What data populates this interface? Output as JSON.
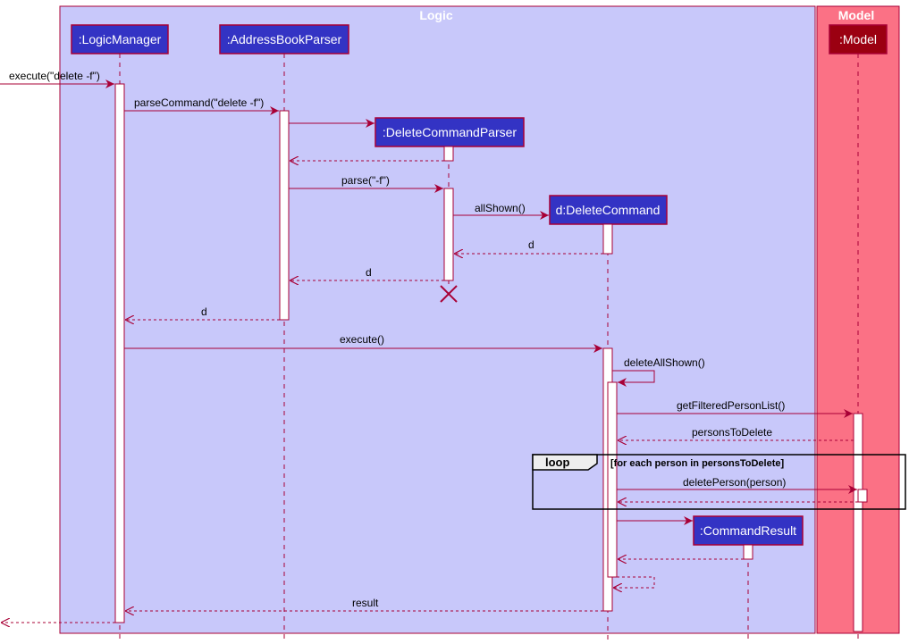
{
  "colors": {
    "logic_box": "#c8c8fa",
    "logic_border": "#a80036",
    "model_box": "#fb7185",
    "participant_logic": "#3333c4",
    "participant_model": "#9b0011",
    "arrow": "#a80036",
    "activation": "#ffffff"
  },
  "boxes": {
    "logic_title": "Logic",
    "model_title": "Model"
  },
  "participants": {
    "logic_manager": ":LogicManager",
    "address_book_parser": ":AddressBookParser",
    "delete_command_parser": ":DeleteCommandParser",
    "delete_command": "d:DeleteCommand",
    "command_result": ":CommandResult",
    "model": ":Model"
  },
  "messages": {
    "execute_delete": "execute(\"delete -f\")",
    "parse_command": "parseCommand(\"delete -f\")",
    "parse": "parse(\"-f\")",
    "all_shown": "allShown()",
    "return_d_1": "d",
    "return_d_2": "d",
    "return_d_3": "d",
    "execute": "execute()",
    "delete_all_shown": "deleteAllShown()",
    "get_filtered_person_list": "getFilteredPersonList()",
    "persons_to_delete": "personsToDelete",
    "delete_person": "deletePerson(person)",
    "result": "result"
  },
  "loop": {
    "keyword": "loop",
    "guard": "[for each person in personsToDelete]"
  }
}
